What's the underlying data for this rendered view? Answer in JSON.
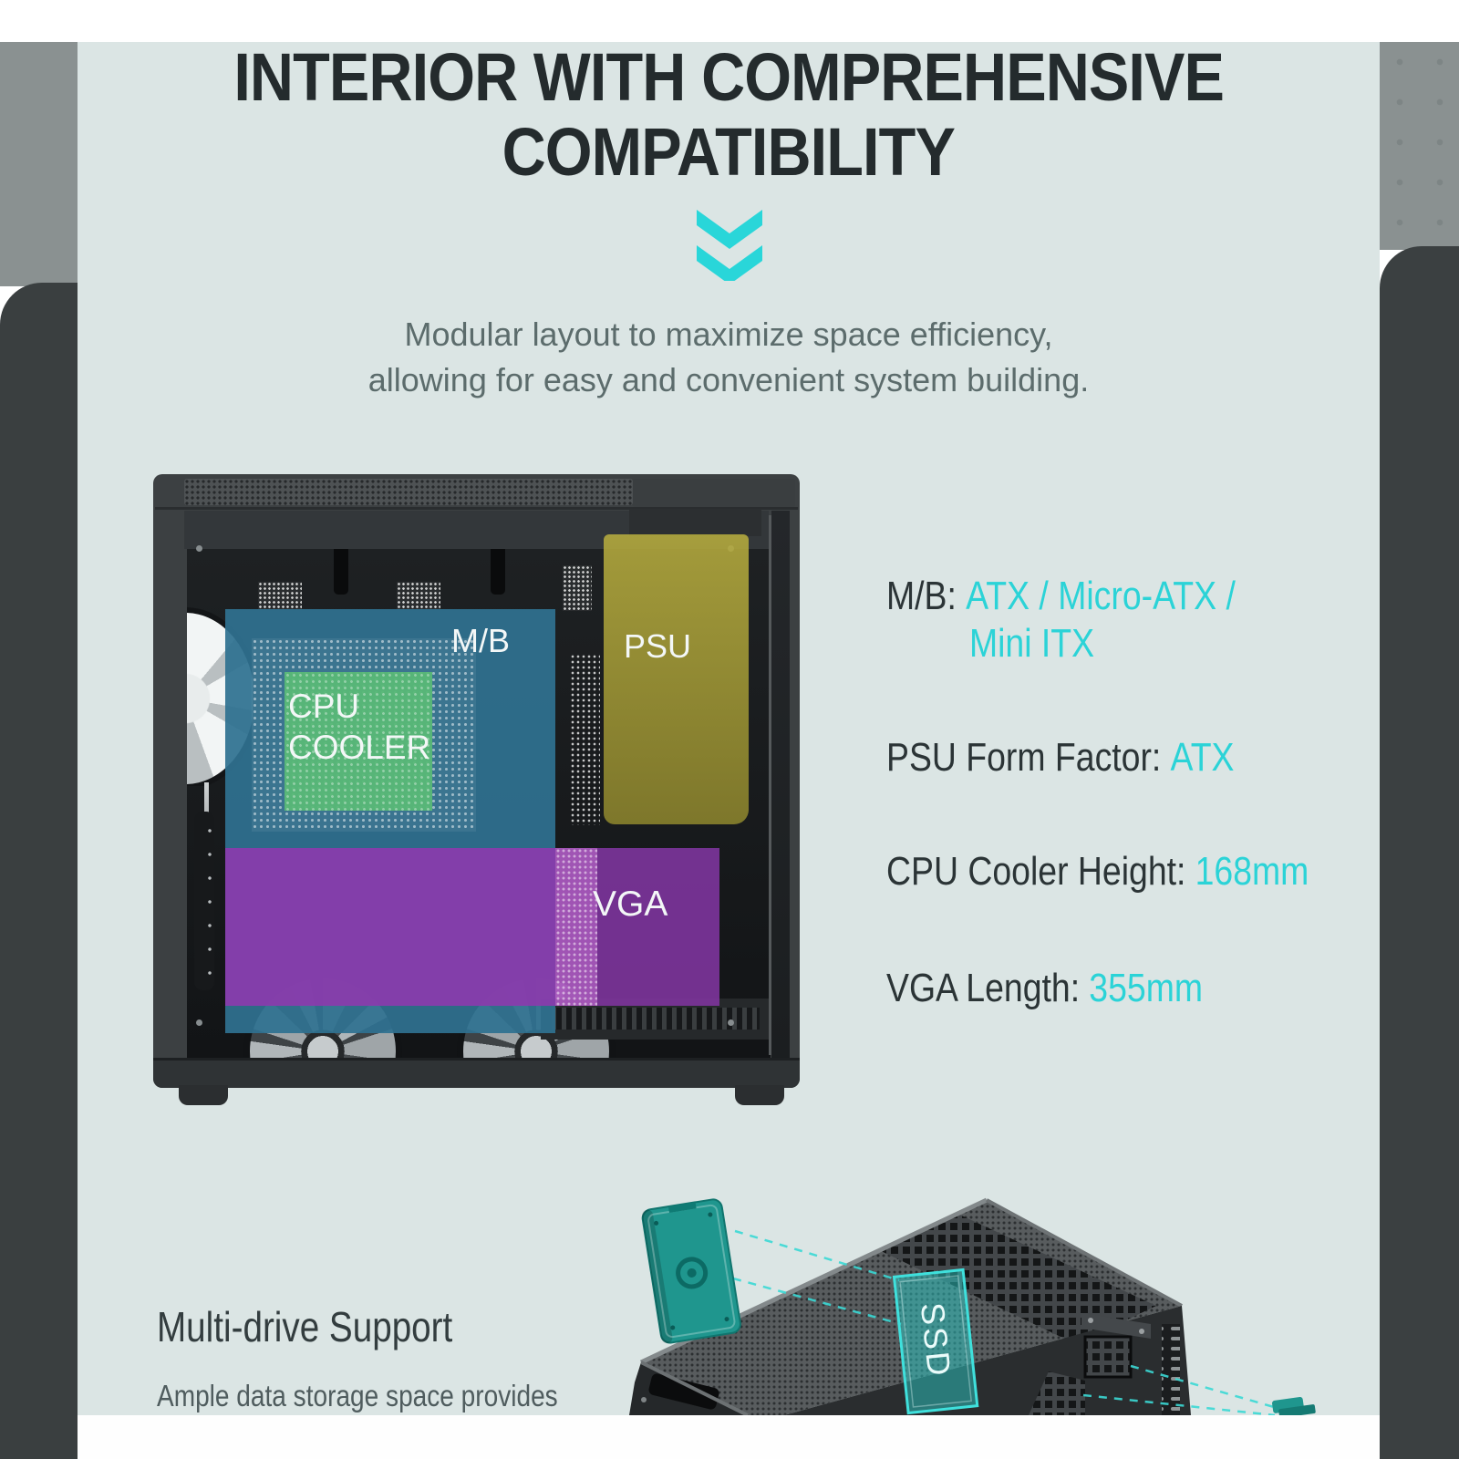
{
  "page": {
    "title": {
      "line1": "INTERIOR WITH COMPREHENSIVE",
      "line2": "COMPATIBILITY"
    },
    "subtitle": {
      "line1": "Modular layout to maximize space efficiency,",
      "line2": "allowing for easy and convenient system building."
    },
    "colors": {
      "accent_cyan": "#2BD4D8",
      "title_text": "#242B2D",
      "card_bg": "#DBE5E4",
      "side_panel_dark": "#3A3F40",
      "side_panel_gray": "#8A9191",
      "overlay_blue": "#2F7190",
      "overlay_green": "#58B877",
      "overlay_yellow": "#A89C3C",
      "overlay_purple": "#8B3BAD",
      "drive_teal": "#1F968E",
      "white_band": "#FEFEFE"
    }
  },
  "diagram": {
    "labels": {
      "mb": "M/B",
      "psu": "PSU",
      "cpu_line1": "CPU",
      "cpu_line2": "COOLER",
      "vga": "VGA"
    }
  },
  "specs": [
    {
      "label": "M/B:",
      "value": "ATX / Micro-ATX /",
      "value_line2": "Mini ITX"
    },
    {
      "label": "PSU Form Factor:",
      "value": "ATX"
    },
    {
      "label": "CPU Cooler Height:",
      "value": "168mm"
    },
    {
      "label": "VGA Length:",
      "value": "355mm"
    }
  ],
  "bottom": {
    "heading": "Multi-drive Support",
    "paragraph": "Ample data storage space provides",
    "ssd_label": "SSD"
  }
}
